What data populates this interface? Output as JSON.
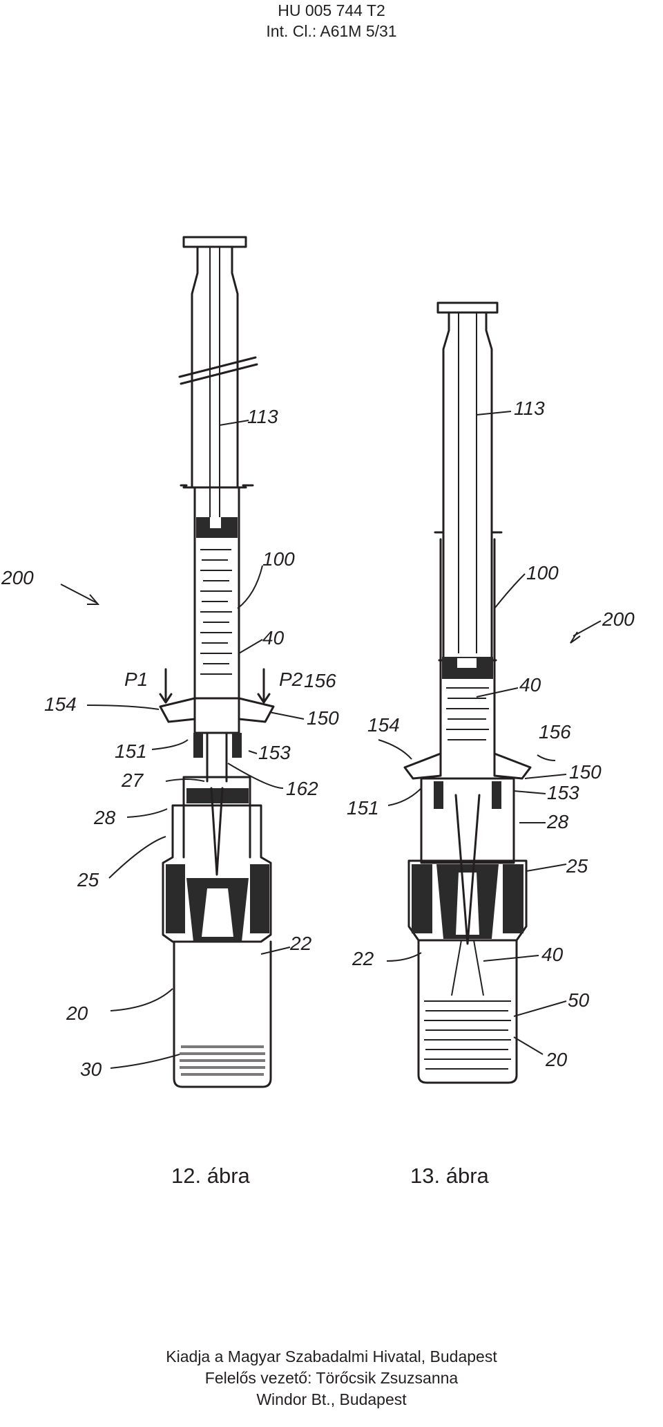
{
  "header": {
    "line1": "HU 005 744 T2",
    "line2": "Int. Cl.: A61M 5/31"
  },
  "figures": [
    {
      "caption": "12. ábra",
      "labels": [
        "113",
        "200",
        "100",
        "40",
        "P1",
        "P2",
        "156",
        "154",
        "150",
        "151",
        "153",
        "27",
        "162",
        "28",
        "25",
        "22",
        "20",
        "30"
      ]
    },
    {
      "caption": "13. ábra",
      "labels": [
        "113",
        "100",
        "200",
        "40",
        "154",
        "156",
        "150",
        "153",
        "151",
        "28",
        "25",
        "22",
        "40",
        "50",
        "20"
      ]
    }
  ],
  "footer": {
    "line1": "Kiadja a Magyar Szabadalmi Hivatal, Budapest",
    "line2": "Felelős vezető: Törőcsik Zsuzsanna",
    "line3": "Windor Bt., Budapest"
  }
}
